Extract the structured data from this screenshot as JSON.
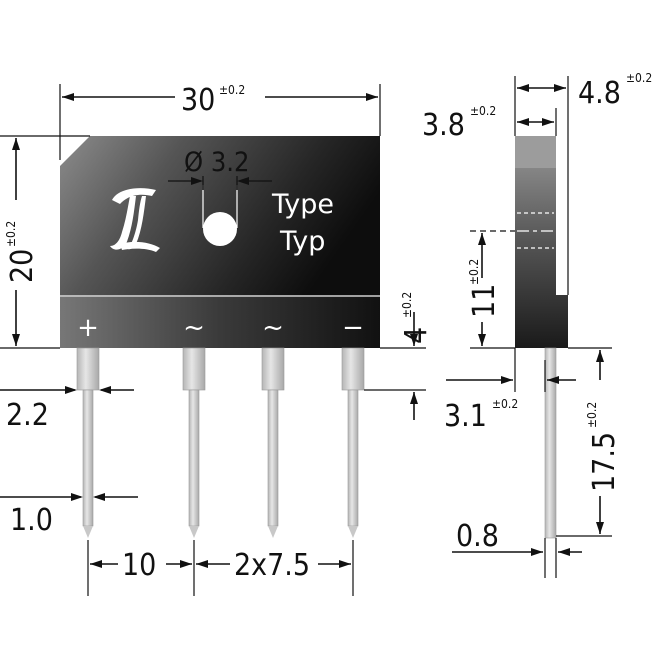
{
  "front_view": {
    "width": {
      "value": "30",
      "tol": "±0.2"
    },
    "height": {
      "value": "20",
      "tol": "±0.2"
    },
    "hole_dia": {
      "value": "Ø 3.2"
    },
    "type_label_1": "Type",
    "type_label_2": "Typ",
    "pin_marks": [
      "+",
      "~",
      "~",
      "−"
    ],
    "standoff": {
      "value": "4",
      "tol": "±0.2"
    },
    "pin_shoulder_width": {
      "value": "2.2"
    },
    "pin_width": {
      "value": "1.0"
    },
    "pitch_first": {
      "value": "10"
    },
    "pitch_rest": {
      "value": "2x7.5"
    }
  },
  "side_view": {
    "total_thickness": {
      "value": "4.8",
      "tol": "±0.2"
    },
    "top_thickness": {
      "value": "3.8",
      "tol": "±0.2"
    },
    "hole_height": {
      "value": "11",
      "tol": "±0.2"
    },
    "lead_offset": {
      "value": "3.1",
      "tol": "±0.2"
    },
    "lead_length": {
      "value": "17.5",
      "tol": "±0.2"
    },
    "lead_thickness": {
      "value": "0.8"
    }
  },
  "colors": {
    "body_dark": "#111111",
    "body_mid": "#7a7a7a",
    "pin": "#d4d4d4",
    "line": "#111111"
  }
}
